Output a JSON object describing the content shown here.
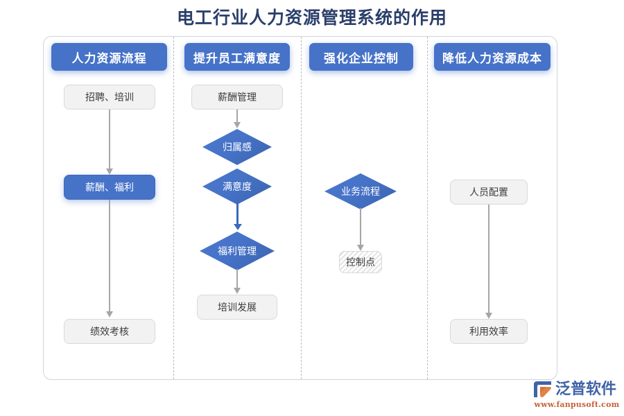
{
  "title": "电工行业人力资源管理系统的作用",
  "colors": {
    "title": "#2b3f6b",
    "accent_blue": "#4673c8",
    "node_gray_bg": "#f2f2f2",
    "node_gray_border": "#d9d9d9",
    "arrow_gray": "#a6a6a6",
    "arrow_blue": "#3b6ac2",
    "frame_border": "#cfd4da",
    "separator": "#b9bcc0",
    "logo_blue": "#3f63a8",
    "logo_orange": "#c4643a"
  },
  "columns": [
    {
      "header": "人力资源流程",
      "nodes": [
        {
          "label": "招聘、培训",
          "style": "plain"
        },
        {
          "label": "薪酬、福利",
          "style": "blue"
        },
        {
          "label": "绩效考核",
          "style": "plain"
        }
      ]
    },
    {
      "header": "提升员工满意度",
      "nodes": [
        {
          "label": "薪酬管理",
          "style": "plain"
        },
        {
          "label": "归属感",
          "style": "diamond"
        },
        {
          "label": "满意度",
          "style": "diamond"
        },
        {
          "label": "福利管理",
          "style": "diamond"
        },
        {
          "label": "培训发展",
          "style": "plain"
        }
      ]
    },
    {
      "header": "强化企业控制",
      "nodes": [
        {
          "label": "业务流程",
          "style": "diamond"
        },
        {
          "label": "控制点",
          "style": "hatch"
        }
      ]
    },
    {
      "header": "降低人力资源成本",
      "nodes": [
        {
          "label": "人员配置",
          "style": "plain"
        },
        {
          "label": "利用效率",
          "style": "plain"
        }
      ]
    }
  ],
  "logo": {
    "brand": "泛普软件",
    "url": "www.fanpusoft.com"
  }
}
